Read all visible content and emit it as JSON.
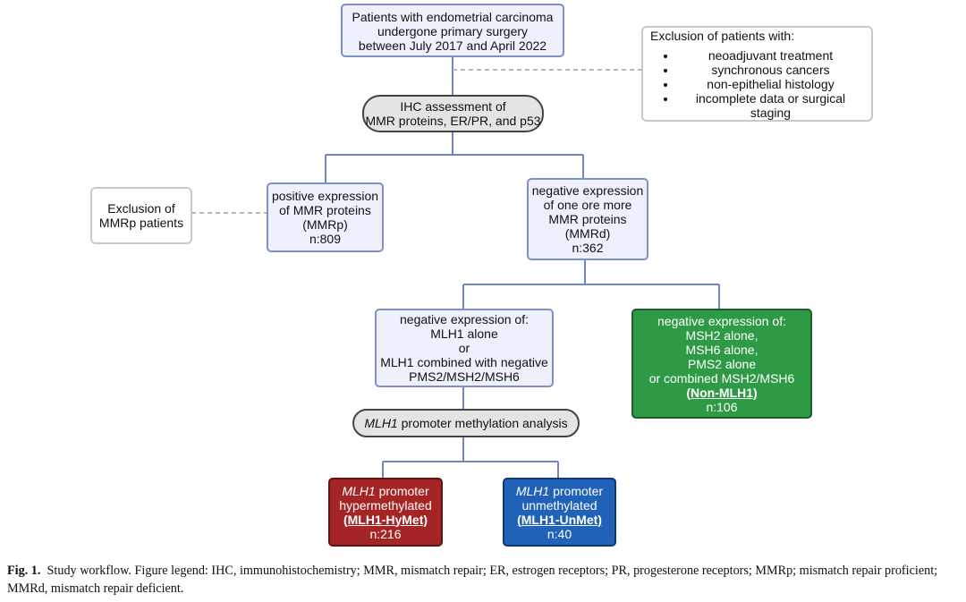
{
  "nodes": {
    "start": [
      "Patients with endometrial carcinoma",
      "undergone primary surgery",
      "between July 2017 and April 2022"
    ],
    "exclusion_patients": {
      "title": "Exclusion of patients with:",
      "items": [
        "neoadjuvant treatment",
        "synchronous cancers",
        "non-epithelial histology",
        "incomplete data or surgical staging"
      ]
    },
    "ihc": [
      "IHC assessment of",
      "MMR proteins, ER/PR, and p53"
    ],
    "exclusion_mmrp": [
      "Exclusion of",
      "MMRp patients"
    ],
    "mmrp": [
      "positive expression",
      "of MMR proteins",
      "(MMRp)",
      "n:809"
    ],
    "mmrd": [
      "negative expression",
      "of one ore more",
      "MMR proteins",
      "(MMRd)",
      "n:362"
    ],
    "mlh1_neg": [
      "negative expression of:",
      "MLH1 alone",
      "or",
      "MLH1 combined with negative",
      "PMS2/MSH2/MSH6"
    ],
    "non_mlh1": {
      "lines": [
        "negative expression of:",
        "MSH2 alone,",
        "MSH6 alone,",
        "PMS2 alone",
        "or combined MSH2/MSH6"
      ],
      "tag": "(Non-MLH1)",
      "n": "n:106"
    },
    "methylation": {
      "gene": "MLH1",
      "rest": " promoter methylation analysis"
    },
    "hypermethylated": {
      "gene": "MLH1",
      "line1_rest": " promoter",
      "line2": "hypermethylated",
      "tag": "(MLH1-HyMet)",
      "n": "n:216"
    },
    "unmethylated": {
      "gene": "MLH1",
      "line1_rest": " promoter",
      "line2": "unmethylated",
      "tag": "(MLH1-UnMet)",
      "n": "n:40"
    }
  },
  "colors": {
    "connector": "#6f86c4",
    "dashed": "#b8b8b8",
    "green": "#2f9a45",
    "red": "#a52425",
    "blue": "#1f62b8"
  },
  "caption": {
    "label": "Fig. 1.",
    "text": "Study workflow. Figure legend: IHC, immunohistochemistry; MMR, mismatch repair; ER, estrogen receptors; PR, progesterone receptors; MMRp; mismatch repair proficient; MMRd, mismatch repair deficient."
  }
}
